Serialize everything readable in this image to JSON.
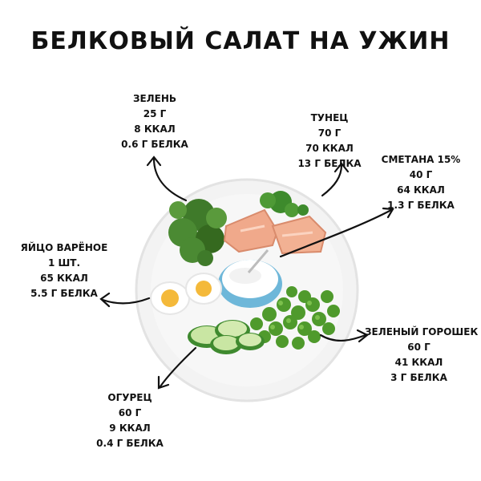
{
  "title": "БЕЛКОВЫЙ САЛАТ НА УЖИН",
  "ingredients": {
    "greens": {
      "name": "ЗЕЛЕНЬ",
      "amount": "25 Г",
      "kcal": "8 ККАЛ",
      "protein": "0.6 Г БЕЛКА"
    },
    "tuna": {
      "name": "ТУНЕЦ",
      "amount": "70 Г",
      "kcal": "70 ККАЛ",
      "protein": "13 Г БЕЛКА"
    },
    "sourcream": {
      "name": "СМЕТАНА 15%",
      "amount": "40 Г",
      "kcal": "64 ККАЛ",
      "protein": "1.3 Г БЕЛКА"
    },
    "egg": {
      "name": "ЯЙЦО ВАРЁНОЕ",
      "amount": "1 ШТ.",
      "kcal": "65 ККАЛ",
      "protein": "5.5 Г БЕЛКА"
    },
    "peas": {
      "name": "ЗЕЛЕНЫЙ ГОРОШЕК",
      "amount": "60 Г",
      "kcal": "41 ККАЛ",
      "protein": "3 Г БЕЛКА"
    },
    "cucumber": {
      "name": "ОГУРЕЦ",
      "amount": "60 Г",
      "kcal": "9 ККАЛ",
      "protein": "0.4 Г БЕЛКА"
    }
  }
}
